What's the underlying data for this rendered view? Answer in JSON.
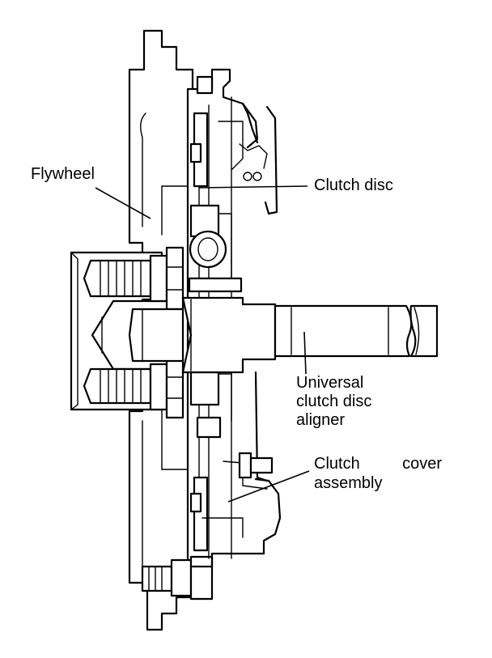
{
  "labels": {
    "flywheel": "Flywheel",
    "clutch_disc": "Clutch disc",
    "aligner_line1": "Universal",
    "aligner_line2": "clutch disc",
    "aligner_line3": "aligner",
    "cover_line1_a": "Clutch",
    "cover_line1_b": "cover",
    "cover_line2": "assembly"
  },
  "colors": {
    "ink": "#000000",
    "paper": "#ffffff"
  }
}
